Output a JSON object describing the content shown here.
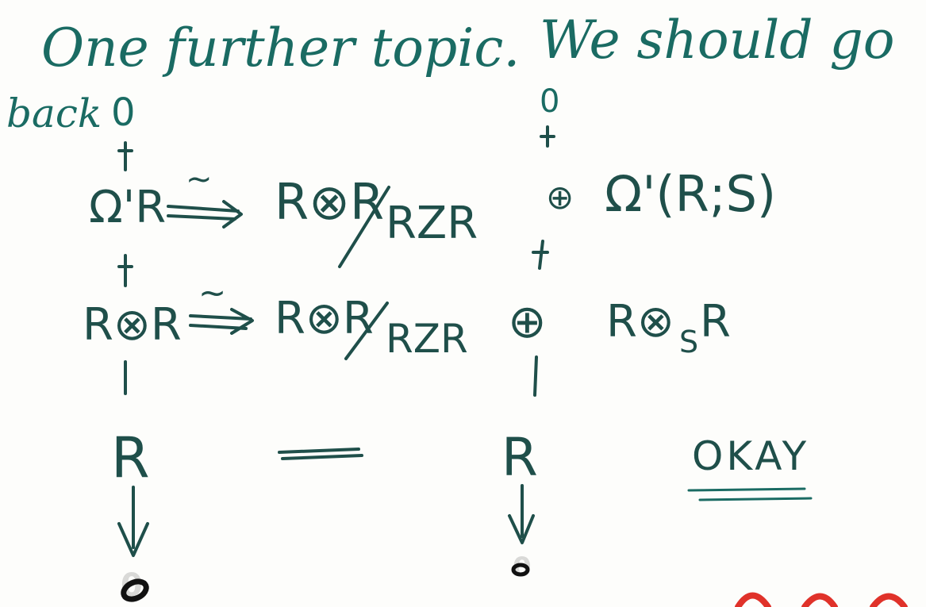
{
  "intro": {
    "line1_left": "One further topic.",
    "line1_right": "We should go",
    "line2": "back"
  },
  "diagram": {
    "left_top": "0",
    "right_top": "0",
    "row1": {
      "left": "Ω'R",
      "iso": "~",
      "middle_num": "R⊗R",
      "middle_den": "RZR",
      "oplus": "⊕",
      "right": "Ω'(R;S)"
    },
    "row2": {
      "left": "R⊗R",
      "iso": "~",
      "middle_num": "R⊗R",
      "middle_den": "RZR",
      "oplus": "⊕",
      "right_main": "R⊗",
      "right_sub": "S",
      "right_tail": "R"
    },
    "row3": {
      "left": "R",
      "equals": "=",
      "right": "R",
      "okay": "OKAY"
    },
    "left_bottom": "0",
    "right_bottom": "0"
  },
  "colors": {
    "ink": "#1a6b63",
    "dark_ink": "#1f3f3b",
    "black": "#111111",
    "red_mark": "#e0322a"
  }
}
